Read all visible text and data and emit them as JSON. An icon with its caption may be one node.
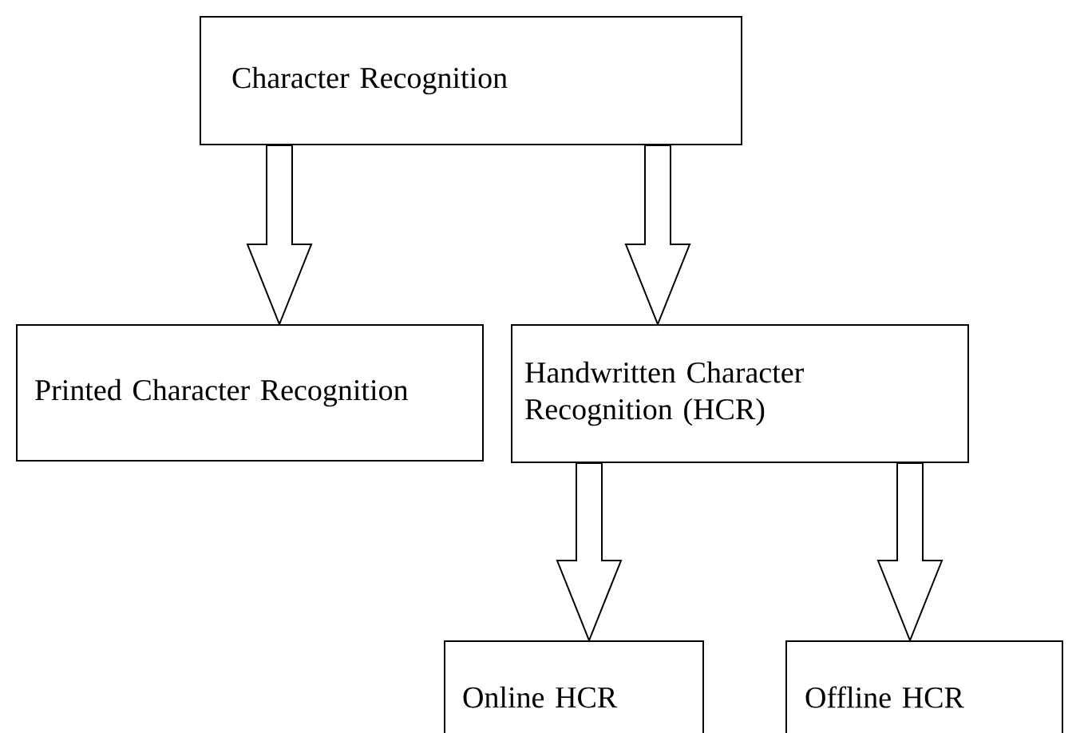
{
  "diagram": {
    "nodes": [
      {
        "text": [
          "Character Recognition"
        ]
      },
      {
        "text": [
          "Printed Character Recognition"
        ]
      },
      {
        "text": [
          "Handwritten Character Recognition (HCR)"
        ]
      },
      {
        "text": [
          "Online HCR"
        ]
      },
      {
        "text": [
          "Offline HCR"
        ]
      }
    ],
    "edges": [
      {
        "from": 0,
        "to": 1,
        "arrow": "to"
      },
      {
        "from": 0,
        "to": 2,
        "arrow": "to"
      },
      {
        "from": 2,
        "to": 3,
        "arrow": "to"
      },
      {
        "from": 2,
        "to": 4,
        "arrow": "to"
      }
    ]
  }
}
